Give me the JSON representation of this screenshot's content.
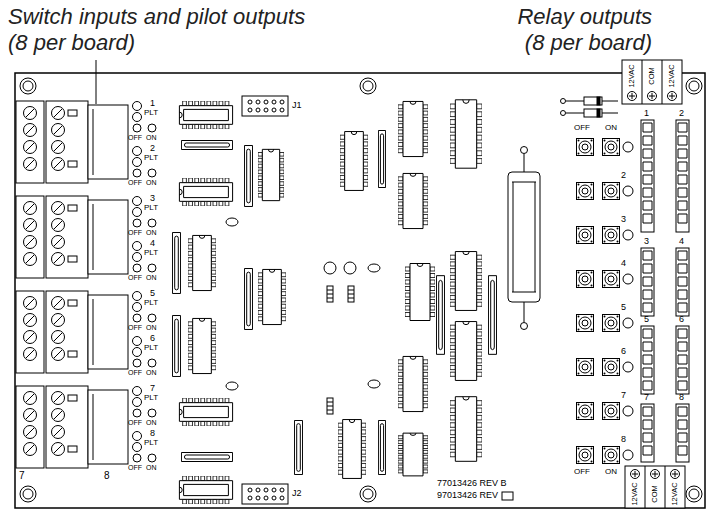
{
  "diagram": {
    "labels": [
      "Switch inputs and pilot outputs (8 per board)",
      "Relay outputs (8 per board)",
      "J1",
      "J2",
      "1",
      "PLT",
      "OFF",
      "ON",
      "2",
      "PLT",
      "OFF",
      "ON",
      "3",
      "PLT",
      "OFF",
      "ON",
      "4",
      "PLT",
      "OFF",
      "ON",
      "5",
      "PLT",
      "OFF",
      "ON",
      "6",
      "PLT",
      "OFF",
      "ON",
      "7",
      "PLT",
      "OFF",
      "ON",
      "8",
      "PLT",
      "OFF",
      "ON",
      "7",
      "8",
      "OFF",
      "ON",
      "OFF",
      "ON",
      "1",
      "2",
      "3",
      "4",
      "5",
      "6",
      "7",
      "8",
      "2",
      "3",
      "4",
      "5",
      "6",
      "7",
      "8",
      "12VAC",
      "COM",
      "12VAC",
      "12VAC",
      "COM",
      "12VAC",
      "77013426 REV B",
      "97013426 REV"
    ]
  }
}
